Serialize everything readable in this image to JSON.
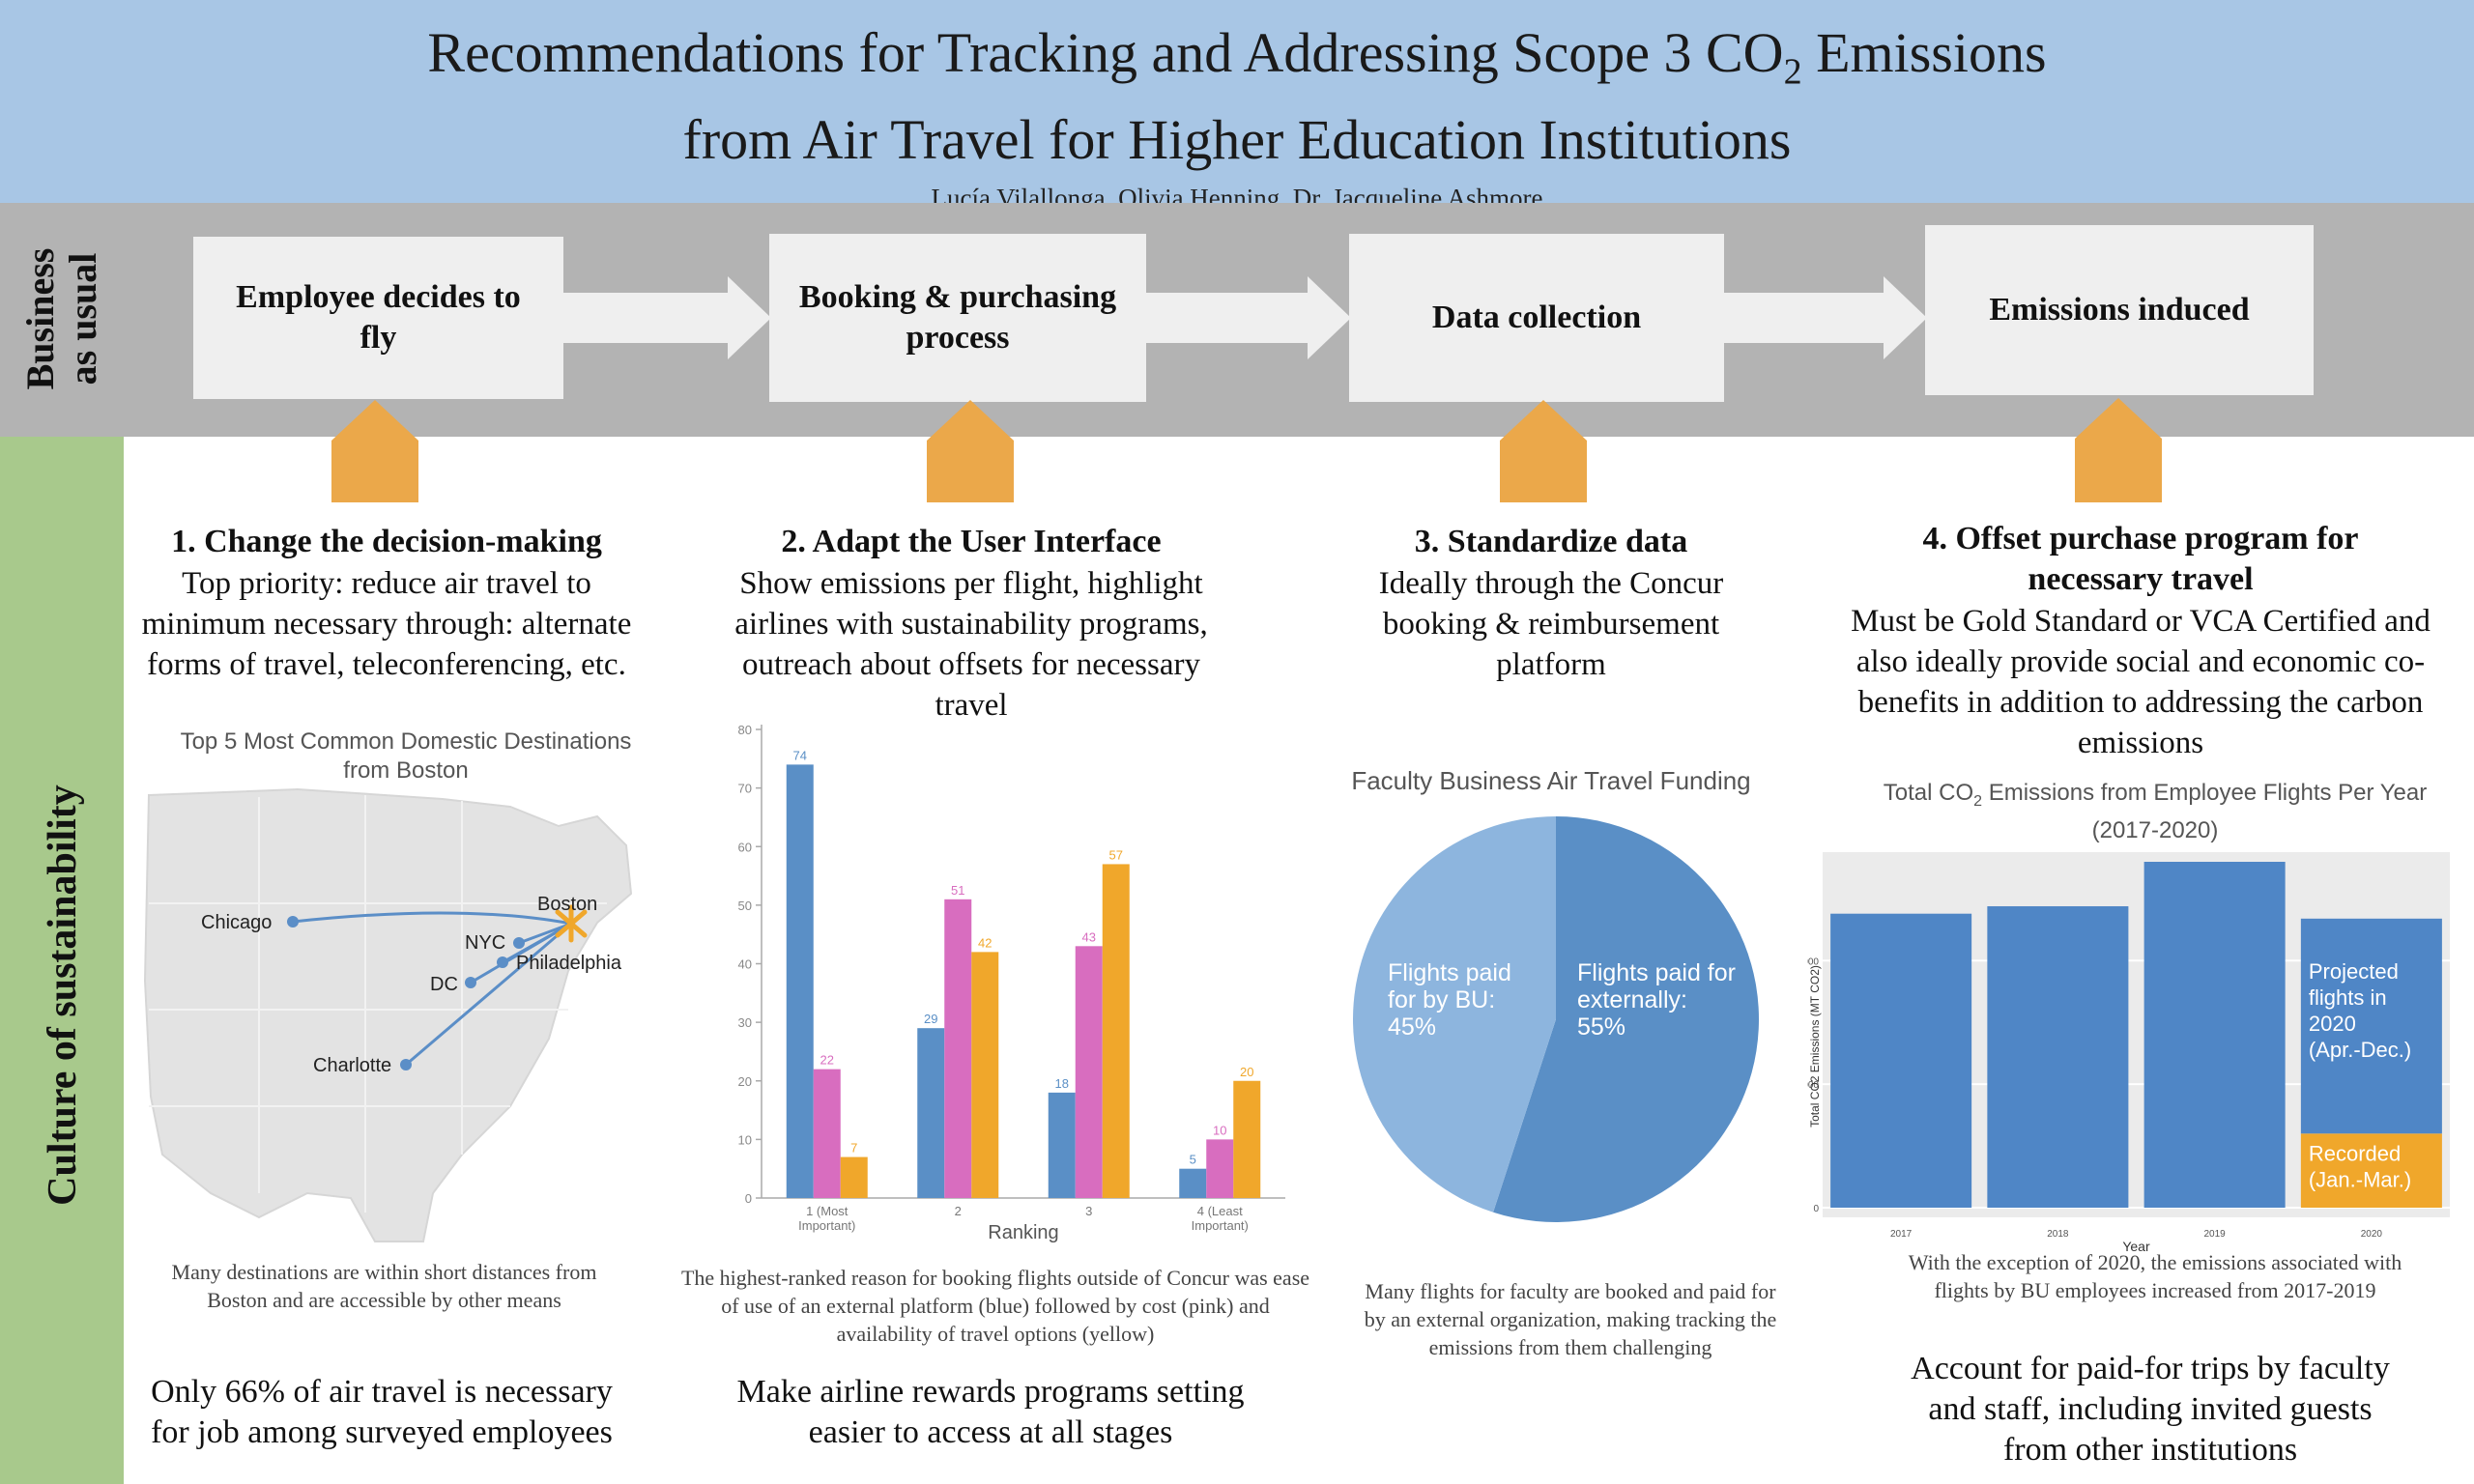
{
  "header": {
    "title_line1_pre": "Recommendations for Tracking and Addressing Scope 3 CO",
    "title_sub": "2",
    "title_line1_post": " Emissions",
    "title_line2": "from Air Travel for Higher Education Institutions",
    "authors": "Lucía Vilallonga, Olivia Henning, Dr. Jacqueline Ashmore"
  },
  "side_labels": {
    "business_line1": "Business",
    "business_line2": "as usual",
    "culture": "Culture of  sustainability"
  },
  "flow_steps": [
    "Employee decides to fly",
    "Booking & purchasing process",
    "Data collection",
    "Emissions induced"
  ],
  "columns": [
    {
      "title": "1. Change the decision-making",
      "text": "Top priority: reduce air travel to minimum necessary through: alternate forms of travel, teleconferencing, etc.",
      "caption": "Many destinations are within short distances from Boston and are accessible by other means",
      "bottom": "Only 66% of air travel is necessary for job among surveyed employees"
    },
    {
      "title": "2. Adapt the User Interface",
      "text": "Show emissions per flight, highlight airlines with sustainability programs, outreach about offsets for necessary travel",
      "caption": "The highest-ranked reason for booking flights outside of Concur was ease of use of an external platform (blue) followed by cost (pink) and availability of travel options (yellow)",
      "bottom": "Make airline rewards programs setting easier to access at all stages"
    },
    {
      "title": "3. Standardize data",
      "text": "Ideally through the Concur booking & reimbursement platform",
      "caption": "Many flights for faculty are booked and paid for by an external organization, making tracking the emissions from them challenging",
      "bottom": ""
    },
    {
      "title": "4. Offset purchase program for necessary travel",
      "text": "Must be Gold Standard or VCA Certified and also ideally provide social and economic co-benefits in addition to addressing the carbon emissions",
      "caption": "With the exception of 2020, the emissions associated with flights by BU employees increased from 2017-2019",
      "bottom": "Account for paid-for trips by faculty and staff, including invited guests from other institutions"
    }
  ],
  "colors": {
    "header_bg": "#a8c6e5",
    "bau_band": "#b3b3b3",
    "culture_band": "#a8c98c",
    "arrow_orange": "#eba84a",
    "blue": "#5a8fc6",
    "pink": "#d86dbf",
    "yellow": "#f0a72b",
    "light_blue": "#8db5de"
  },
  "chart_data": [
    {
      "type": "map",
      "title": "Top 5 Most Common Domestic Destinations from Boston",
      "origin": "Boston",
      "destinations": [
        "Chicago",
        "NYC",
        "Philadelphia",
        "DC",
        "Charlotte"
      ]
    },
    {
      "type": "bar",
      "title": "",
      "xlabel": "Ranking",
      "ylabel": "",
      "categories": [
        "1 (Most Important)",
        "2",
        "3",
        "4 (Least Important)"
      ],
      "ylim": [
        0,
        80
      ],
      "yticks": [
        "0",
        "10",
        "20",
        "30",
        "40",
        "50",
        "60",
        "70",
        "80"
      ],
      "series": [
        {
          "color": "#5a8fc6",
          "values": [
            74,
            29,
            18,
            5
          ]
        },
        {
          "color": "#d86dbf",
          "values": [
            22,
            51,
            43,
            10
          ]
        },
        {
          "color": "#f0a72b",
          "values": [
            7,
            42,
            57,
            20
          ]
        }
      ]
    },
    {
      "type": "pie",
      "title": "Faculty Business Air Travel Funding",
      "slices": [
        {
          "label": "Flights paid for by BU:",
          "pct_label": "45%",
          "value": 45,
          "color": "#8db5de"
        },
        {
          "label": "Flights paid for externally:",
          "pct_label": "55%",
          "value": 55,
          "color": "#5a8fc6"
        }
      ]
    },
    {
      "type": "bar",
      "title_pre": "Total CO",
      "title_sub": "2",
      "title_post": " Emissions from Employee Flights Per Year (2017-2020)",
      "xlabel": "Year",
      "ylabel": "Total CO2 Emissions (MT CO2)",
      "categories": [
        "2017",
        "2018",
        "2019",
        "2020"
      ],
      "ylim": [
        0,
        2800
      ],
      "yticks": [
        "0",
        "1000",
        "2000"
      ],
      "values": [
        2380,
        2440,
        2800,
        2340
      ],
      "stack_2020": {
        "recorded": 600,
        "projected": 1740
      },
      "labels": {
        "projected": "Projected flights in 2020 (Apr.-Dec.)",
        "recorded": "Recorded (Jan.-Mar.)"
      }
    }
  ]
}
